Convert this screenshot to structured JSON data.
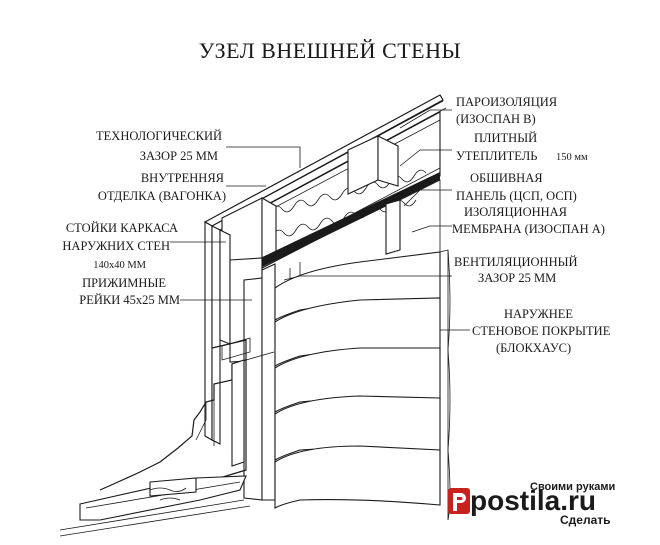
{
  "title": "УЗЕЛ ВНЕШНЕЙ СТЕНЫ",
  "labels": {
    "vapor_barrier": [
      "ПАРОИЗОЛЯЦИЯ",
      "(ИЗОСПАН В)"
    ],
    "tech_gap": [
      "ТЕХНОЛОГИЧЕСКИЙ",
      "ЗАЗОР 25 ММ"
    ],
    "slab_insulation": [
      "ПЛИТНЫЙ",
      "УТЕПЛИТЕЛЬ",
      "150 мм"
    ],
    "inner_finish": [
      "ВНУТРЕННЯЯ",
      "ОТДЕЛКА (ВАГОНКА)"
    ],
    "sheathing": [
      "ОБШИВНАЯ",
      "ПАНЕЛЬ (ЦСП, ОСП)"
    ],
    "membrane": [
      "ИЗОЛЯЦИОННАЯ",
      "МЕМБРАНА (ИЗОСПАН А)"
    ],
    "frame_posts": [
      "СТОЙКИ КАРКАСА",
      "НАРУЖНИХ СТЕН",
      "140х40 ММ"
    ],
    "vent_gap": [
      "ВЕНТИЛЯЦИОННЫЙ",
      "ЗАЗОР 25 ММ"
    ],
    "battens": [
      "ПРИЖИМНЫЕ",
      "РЕЙКИ 45х25 ММ"
    ],
    "outer_cover": [
      "НАРУЖНЕЕ",
      "СТЕНОВОЕ ПОКРЫТИЕ",
      "(БЛОКХАУС)"
    ]
  },
  "watermark": {
    "brand": "postila.ru",
    "faint_1": "Своими руками",
    "faint_2": "Сделать"
  },
  "colors": {
    "line": "#1a1a1a",
    "watermark_red": "#c8211e"
  }
}
